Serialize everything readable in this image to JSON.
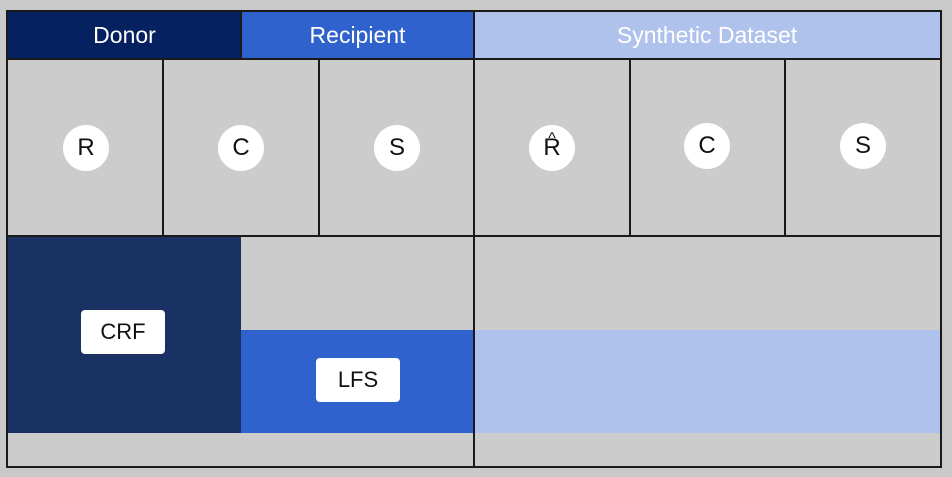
{
  "colors": {
    "donor": "#06215f",
    "recipient": "#2f62cd",
    "synthetic": "#aec2ec",
    "crf_block": "#1a3163",
    "cell_gray": "#cccccc",
    "border": "#1a1a1a"
  },
  "headers": {
    "donor": "Donor",
    "recipient": "Recipient",
    "synthetic": "Synthetic Dataset"
  },
  "columns": {
    "left": [
      "R",
      "C",
      "S"
    ],
    "right": [
      "R",
      "C",
      "S"
    ]
  },
  "synthetic_r_hat": "^",
  "blocks": {
    "crf": "CRF",
    "lfs": "LFS"
  }
}
